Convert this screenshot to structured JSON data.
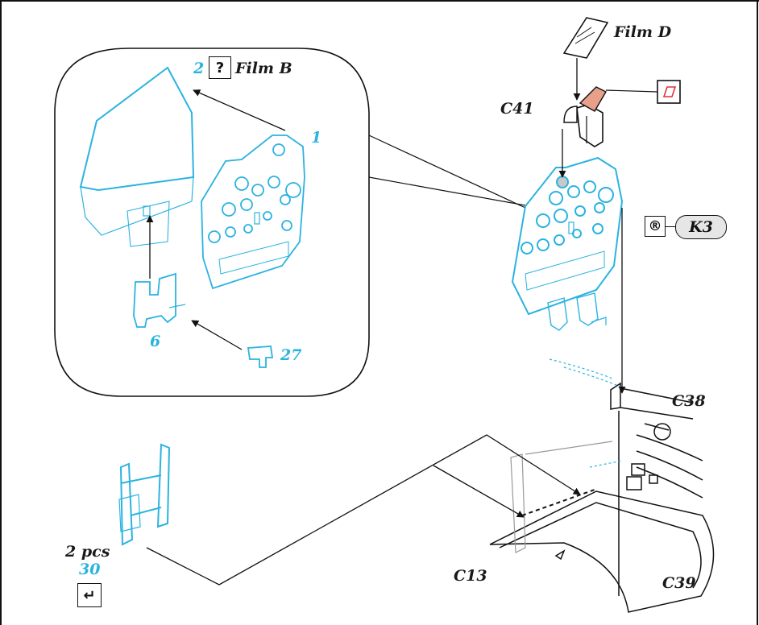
{
  "colors": {
    "photo_etch": "#2bb3e0",
    "line": "#111111",
    "clear_part": "#e8a08a",
    "paint_box": "#e0303a"
  },
  "labels": {
    "film_d": "Film D",
    "film_b": "Film B",
    "c41": "C41",
    "c38": "C38",
    "c39": "C39",
    "c13": "C13",
    "k3": "K3",
    "part_1": "1",
    "part_2": "2",
    "part_6": "6",
    "part_27": "27",
    "part_30": "30",
    "two_pcs": "2 pcs"
  },
  "icons": {
    "question_box": "?",
    "registered_symbol": "®",
    "bend_symbol": "↵"
  }
}
